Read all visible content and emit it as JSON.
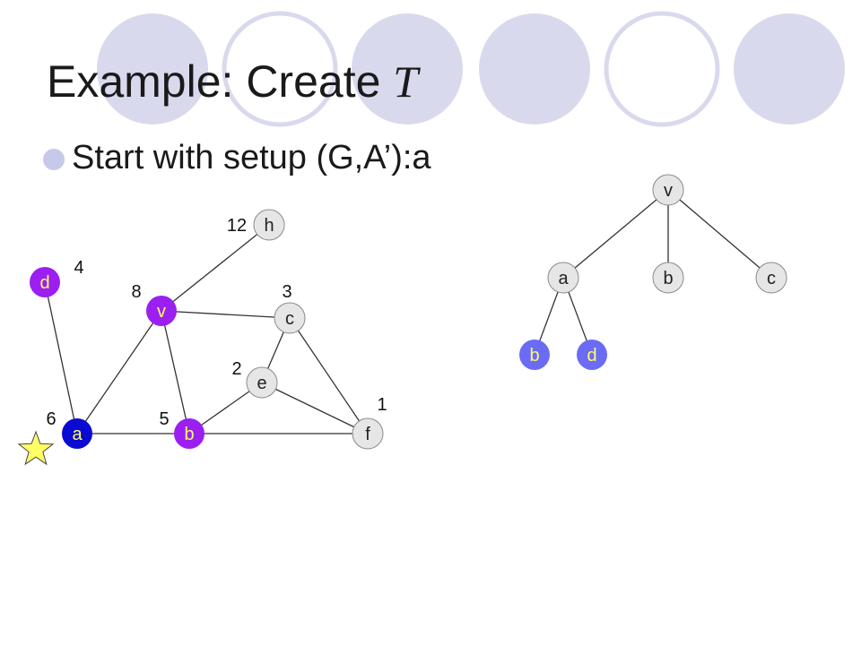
{
  "colors": {
    "deco_filled": "#d9d9ee",
    "deco_ring": "#d9d9ee",
    "node_gray_fill": "#e6e6e6",
    "node_stroke": "#8a8a8a",
    "node_purple": "#9b1ff0",
    "node_blue": "#0a0ad2",
    "node_periwinkle": "#6b6bf5",
    "node_yellow_text": "#ffff66",
    "star": "#ffff66",
    "edge": "#333333"
  },
  "slide": {
    "title": "Example: Create ",
    "title_var": "T",
    "bullet": "Start with setup (G,A’):a"
  },
  "graph": {
    "nodes": [
      {
        "id": "h",
        "label": "h",
        "style": "gray",
        "weight": "12"
      },
      {
        "id": "d",
        "label": "d",
        "style": "purple",
        "weight": "4"
      },
      {
        "id": "v",
        "label": "v",
        "style": "purple",
        "weight": "8"
      },
      {
        "id": "c",
        "label": "c",
        "style": "gray",
        "weight": "3"
      },
      {
        "id": "e",
        "label": "e",
        "style": "gray",
        "weight": "2"
      },
      {
        "id": "a",
        "label": "a",
        "style": "blue",
        "weight": "6"
      },
      {
        "id": "b",
        "label": "b",
        "style": "purple",
        "weight": "5"
      },
      {
        "id": "f",
        "label": "f",
        "style": "gray",
        "weight": "1"
      }
    ],
    "edges": [
      [
        "h",
        "v"
      ],
      [
        "d",
        "a"
      ],
      [
        "v",
        "c"
      ],
      [
        "v",
        "a"
      ],
      [
        "v",
        "b"
      ],
      [
        "c",
        "e"
      ],
      [
        "c",
        "f"
      ],
      [
        "e",
        "b"
      ],
      [
        "e",
        "f"
      ],
      [
        "a",
        "b"
      ],
      [
        "b",
        "f"
      ]
    ],
    "start_marker": "star-icon"
  },
  "tree": {
    "nodes": [
      {
        "id": "t_v",
        "label": "v",
        "style": "gray"
      },
      {
        "id": "t_a",
        "label": "a",
        "style": "gray"
      },
      {
        "id": "t_b",
        "label": "b",
        "style": "gray"
      },
      {
        "id": "t_c",
        "label": "c",
        "style": "gray"
      },
      {
        "id": "t_b2",
        "label": "b",
        "style": "periwinkle"
      },
      {
        "id": "t_d",
        "label": "d",
        "style": "periwinkle"
      }
    ],
    "edges": [
      [
        "t_v",
        "t_a"
      ],
      [
        "t_v",
        "t_b"
      ],
      [
        "t_v",
        "t_c"
      ],
      [
        "t_a",
        "t_b2"
      ],
      [
        "t_a",
        "t_d"
      ]
    ]
  }
}
